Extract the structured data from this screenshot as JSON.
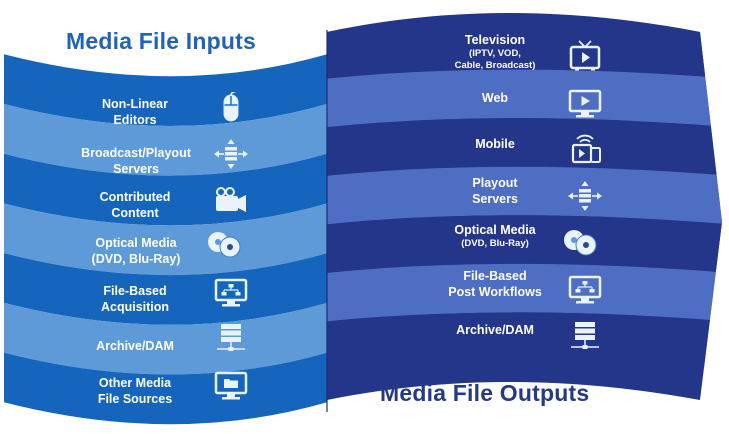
{
  "inputs": {
    "title": "Media File Inputs",
    "items": [
      {
        "line1": "Non-Linear",
        "line2": "Editors",
        "icon": "mouse-icon"
      },
      {
        "line1": "Broadcast/Playout",
        "line2": "Servers",
        "icon": "server-arrows-icon"
      },
      {
        "line1": "Contributed",
        "line2": "Content",
        "icon": "video-camera-icon"
      },
      {
        "line1": "Optical Media",
        "line2": "(DVD, Blu-Ray)",
        "icon": "optical-discs-icon"
      },
      {
        "line1": "File-Based",
        "line2": "Acquisition",
        "icon": "monitor-network-icon"
      },
      {
        "line1": "Archive/DAM",
        "line2": "",
        "icon": "storage-server-icon"
      },
      {
        "line1": "Other Media",
        "line2": "File Sources",
        "icon": "monitor-folder-icon"
      }
    ]
  },
  "outputs": {
    "title": "Media File Outputs",
    "items": [
      {
        "line1": "Television",
        "sub1": "(IPTV, VOD,",
        "sub2": "Cable, Broadcast)",
        "icon": "tv-icon"
      },
      {
        "line1": "Web",
        "icon": "web-player-icon"
      },
      {
        "line1": "Mobile",
        "icon": "mobile-devices-icon"
      },
      {
        "line1": "Playout",
        "line2": "Servers",
        "icon": "server-arrows-icon"
      },
      {
        "line1": "Optical Media",
        "sub1": "(DVD, Blu-Ray)",
        "icon": "optical-discs-icon"
      },
      {
        "line1": "File-Based",
        "line2": "Post Workflows",
        "icon": "monitor-network-icon"
      },
      {
        "line1": "Archive/DAM",
        "icon": "storage-server-icon"
      }
    ]
  },
  "colors": {
    "inputs_title": "#1f64b8",
    "outputs_title": "#243a86",
    "input_band_dark": "#1565bd",
    "input_band_light": "#5e9ad8",
    "output_band_dark": "#24368a",
    "output_band_light": "#4e6ec4"
  }
}
